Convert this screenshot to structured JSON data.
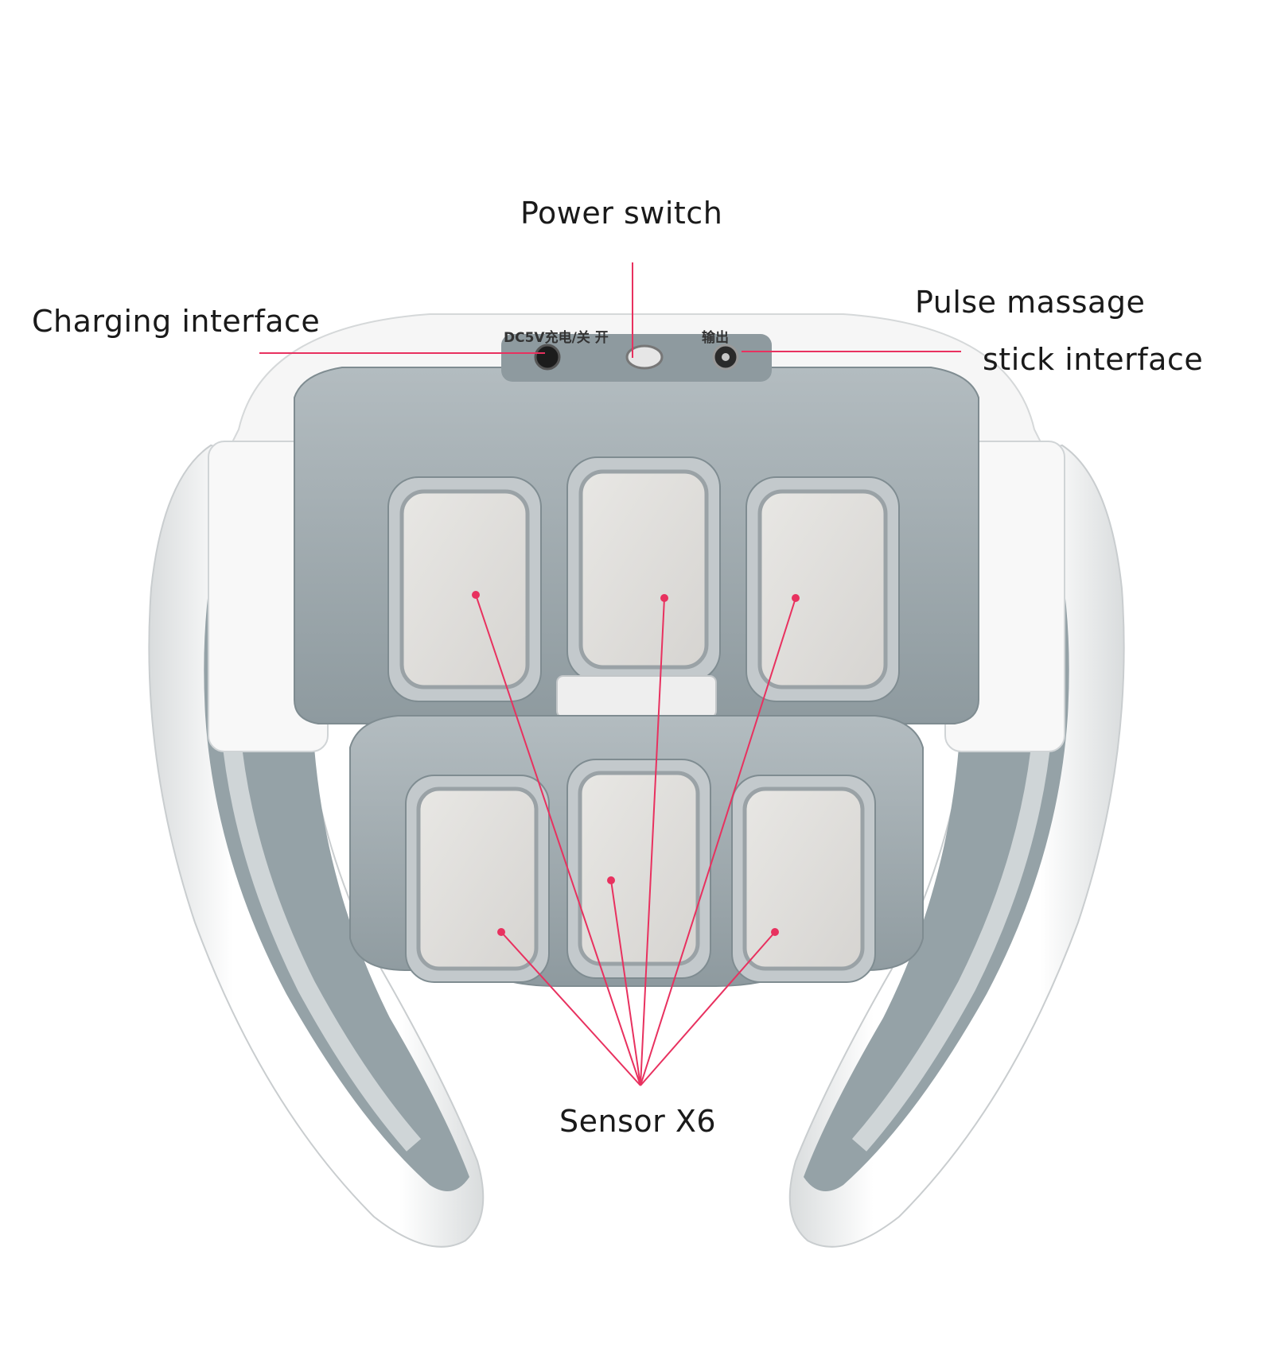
{
  "labels": {
    "power_switch": "Power switch",
    "charging_interface": "Charging interface",
    "pulse_line1": "Pulse massage",
    "pulse_line2": "stick interface",
    "sensor": "Sensor X6"
  },
  "device_markings": {
    "charge_switch": "DC5V充电/关 开",
    "output": "输出"
  },
  "colors": {
    "leader_line": "#e8315f",
    "shell": "#f4f4f4",
    "gray_panel": "#9aa5aa",
    "pad": "#dcdbd8",
    "pad_rim": "#b8bfc2"
  },
  "sensor_count": 6
}
